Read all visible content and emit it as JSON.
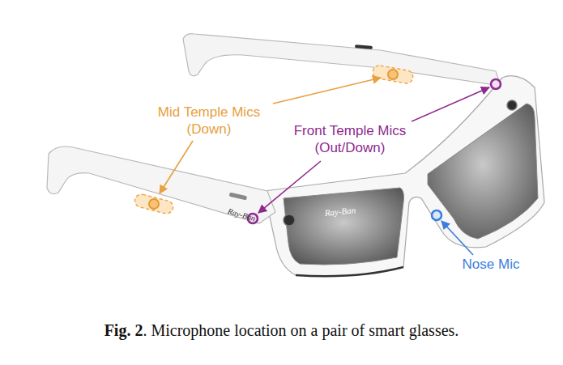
{
  "diagram": {
    "caption": "Fig. 2. Microphone location on a pair of smart glasses.",
    "labels": [
      "Mid Temple Mics (Down)",
      "Front Temple Mics (Out/Down)",
      "Nose Mic",
      "Ray-Ban",
      "Ray-Ban"
    ]
  }
}
